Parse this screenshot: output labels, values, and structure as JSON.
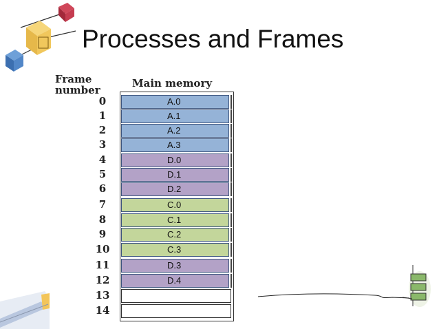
{
  "title": "Processes and Frames",
  "frame_header": "Frame number",
  "memory_header": "Main memory",
  "frames": [
    {
      "num": "0",
      "label": "A.0",
      "color": "#95b3d7"
    },
    {
      "num": "1",
      "label": "A.1",
      "color": "#95b3d7"
    },
    {
      "num": "2",
      "label": "A.2",
      "color": "#95b3d7"
    },
    {
      "num": "3",
      "label": "A.3",
      "color": "#95b3d7"
    },
    {
      "num": "4",
      "label": "D.0",
      "color": "#b3a2c7"
    },
    {
      "num": "5",
      "label": "D.1",
      "color": "#b3a2c7"
    },
    {
      "num": "6",
      "label": "D.2",
      "color": "#b3a2c7"
    },
    {
      "num": "7",
      "label": "C.0",
      "color": "#c3d69b"
    },
    {
      "num": "8",
      "label": "C.1",
      "color": "#c3d69b"
    },
    {
      "num": "9",
      "label": "C.2",
      "color": "#c3d69b"
    },
    {
      "num": "10",
      "label": "C.3",
      "color": "#c3d69b"
    },
    {
      "num": "11",
      "label": "D.3",
      "color": "#b3a2c7"
    },
    {
      "num": "12",
      "label": "D.4",
      "color": "#b3a2c7"
    },
    {
      "num": "13",
      "label": "",
      "color": "#ffffff"
    },
    {
      "num": "14",
      "label": "",
      "color": "#ffffff"
    }
  ]
}
